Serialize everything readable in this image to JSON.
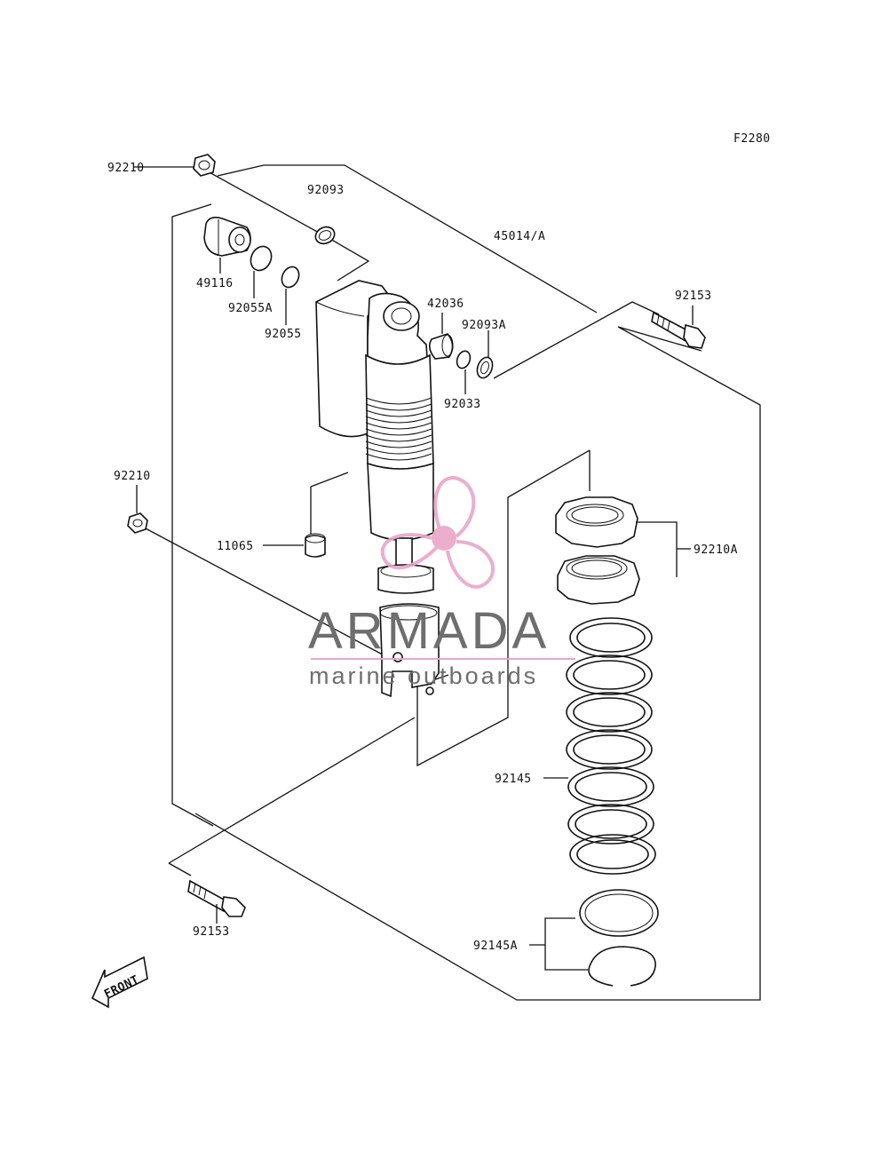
{
  "figure_code": "F2280",
  "parts": [
    {
      "number": "92210"
    },
    {
      "number": "92093"
    },
    {
      "number": "45014/A"
    },
    {
      "number": "49116"
    },
    {
      "number": "92055A"
    },
    {
      "number": "92055"
    },
    {
      "number": "42036"
    },
    {
      "number": "92093A"
    },
    {
      "number": "92153"
    },
    {
      "number": "92033"
    },
    {
      "number": "92210"
    },
    {
      "number": "11065"
    },
    {
      "number": "92210A"
    },
    {
      "number": "92145"
    },
    {
      "number": "92153"
    },
    {
      "number": "92145A"
    }
  ],
  "direction_marker": "FRONT",
  "watermark": {
    "brand": "ARMADA",
    "tagline": "marine outboards",
    "logo_color": "#e9a6c8",
    "text_color": "#6e6e6e"
  }
}
